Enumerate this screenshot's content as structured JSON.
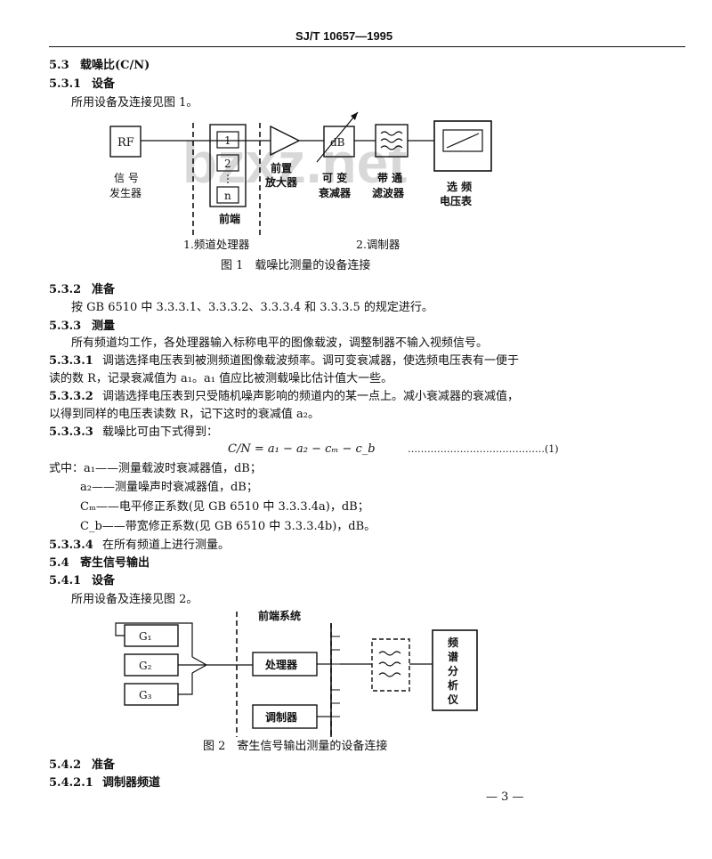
{
  "header": {
    "standard_no": "SJ/T 10657—1995"
  },
  "sections": {
    "s53_no": "5.3",
    "s53_title": "载噪比(C/N)",
    "s531_no": "5.3.1",
    "s531_title": "设备",
    "s531_text": "所用设备及连接见图 1。",
    "s532_no": "5.3.2",
    "s532_title": "准备",
    "s532_text": "按 GB 6510 中 3.3.3.1、3.3.3.2、3.3.3.4 和 3.3.3.5 的规定进行。",
    "s533_no": "5.3.3",
    "s533_title": "测量",
    "s533_text": "所有频道均工作，各处理器输入标称电平的图像载波，调整制器不输入视频信号。",
    "s5331_no": "5.3.3.1",
    "s5331_l1": "调谐选择电压表到被测频道图像载波频率。调可变衰减器，使选频电压表有一便于",
    "s5331_l2": "读的数 R，记录衰减值为 a₁。a₁ 值应比被测载噪比估计值大一些。",
    "s5332_no": "5.3.3.2",
    "s5332_l1": "调谐选择电压表到只受随机噪声影响的频道内的某一点上。减小衰减器的衰减值，",
    "s5332_l2": "以得到同样的电压表读数 R，记下这时的衰减值 a₂。",
    "s5333_no": "5.3.3.3",
    "s5333_text": "载噪比可由下式得到：",
    "formula": "C/N = a₁ − a₂ − cₘ − c_b",
    "formula_dots": "……………………………………(1)",
    "where_1": "式中：a₁——测量载波时衰减器值，dB；",
    "where_2": "a₂——测量噪声时衰减器值，dB；",
    "where_3": "Cₘ——电平修正系数(见 GB 6510 中 3.3.3.4a)，dB；",
    "where_4": "C_b——带宽修正系数(见 GB 6510 中 3.3.3.4b)，dB。",
    "s5334_no": "5.3.3.4",
    "s5334_text": "在所有频道上进行测量。",
    "s54_no": "5.4",
    "s54_title": "寄生信号输出",
    "s541_no": "5.4.1",
    "s541_title": "设备",
    "s541_text": "所用设备及连接见图 2。",
    "s542_no": "5.4.2",
    "s542_title": "准备",
    "s5421_no": "5.4.2.1",
    "s5421_title": "调制器频道"
  },
  "fig1": {
    "rf": "RF",
    "rf_label_1": "信 号",
    "rf_label_2": "发生器",
    "ch1": "1",
    "ch2": "2",
    "chn": "n",
    "frontend": "前端",
    "preamp_1": "前置",
    "preamp_2": "放大器",
    "atten_box": "dB",
    "atten_1": "可 变",
    "atten_2": "衰减器",
    "filter_1": "带 通",
    "filter_2": "滤波器",
    "meter_1": "选 频",
    "meter_2": "电压表",
    "note_1": "1.频道处理器",
    "note_2": "2.调制器",
    "caption": "图 1　载噪比测量的设备连接"
  },
  "fig2": {
    "frontend_system": "前端系统",
    "g1": "G₁",
    "g2": "G₂",
    "g3": "G₃",
    "processor": "处理器",
    "modulator": "调制器",
    "analyzer": [
      "频",
      "谱",
      "分",
      "析",
      "仪"
    ],
    "caption": "图 2　寄生信号输出测量的设备连接"
  },
  "watermark": "bzxz.net",
  "footer": {
    "page": "— 3 —"
  }
}
